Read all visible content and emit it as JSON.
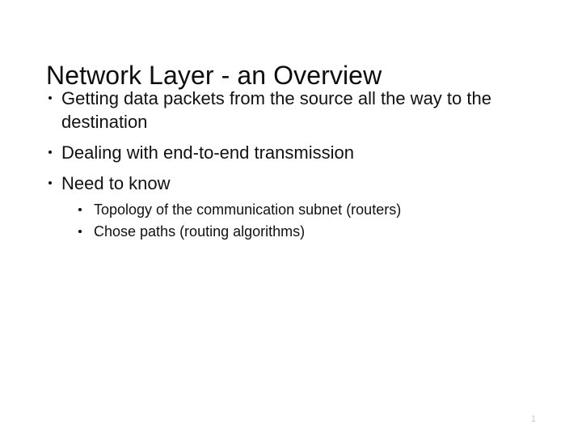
{
  "slide": {
    "title": "Network Layer - an Overview",
    "page_number": "1",
    "background_color": "#ffffff",
    "text_color": "#111111",
    "page_number_color": "#c9c9c9",
    "bullets": [
      {
        "level": 1,
        "text": "Getting data packets from the source all the way to the destination",
        "marker": "bullet-dot"
      },
      {
        "level": 1,
        "text": "Dealing with end-to-end transmission",
        "marker": "bullet-dot"
      },
      {
        "level": 1,
        "text": "Need to know",
        "marker": "bullet-dot",
        "children": [
          {
            "level": 2,
            "text": "Topology of the communication subnet (routers)",
            "marker": "bullet-dot"
          },
          {
            "level": 2,
            "text": "Chose paths (routing algorithms)",
            "marker": "bullet-dot"
          }
        ]
      }
    ]
  }
}
